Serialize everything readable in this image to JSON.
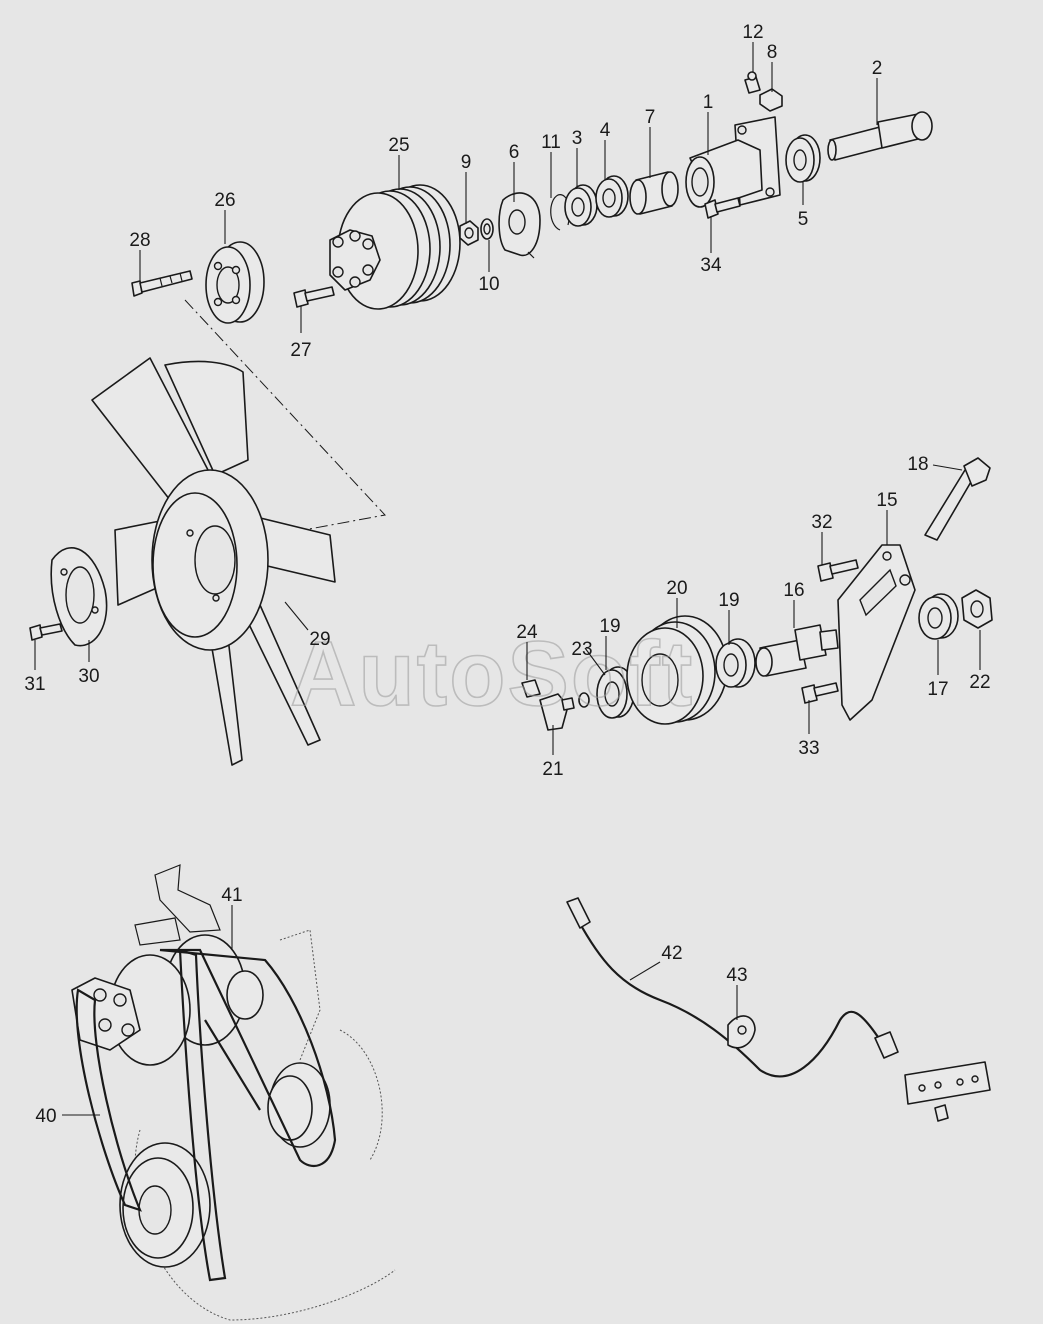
{
  "watermark": "AutoSoft",
  "callouts": [
    {
      "id": "1",
      "label": "1"
    },
    {
      "id": "2",
      "label": "2"
    },
    {
      "id": "3",
      "label": "3"
    },
    {
      "id": "4",
      "label": "4"
    },
    {
      "id": "5",
      "label": "5"
    },
    {
      "id": "6",
      "label": "6"
    },
    {
      "id": "7",
      "label": "7"
    },
    {
      "id": "8",
      "label": "8"
    },
    {
      "id": "9",
      "label": "9"
    },
    {
      "id": "10",
      "label": "10"
    },
    {
      "id": "11",
      "label": "11"
    },
    {
      "id": "12",
      "label": "12"
    },
    {
      "id": "15",
      "label": "15"
    },
    {
      "id": "16",
      "label": "16"
    },
    {
      "id": "17",
      "label": "17"
    },
    {
      "id": "18",
      "label": "18"
    },
    {
      "id": "19a",
      "label": "19"
    },
    {
      "id": "19b",
      "label": "19"
    },
    {
      "id": "20",
      "label": "20"
    },
    {
      "id": "21",
      "label": "21"
    },
    {
      "id": "22",
      "label": "22"
    },
    {
      "id": "23",
      "label": "23"
    },
    {
      "id": "24",
      "label": "24"
    },
    {
      "id": "25",
      "label": "25"
    },
    {
      "id": "26",
      "label": "26"
    },
    {
      "id": "27",
      "label": "27"
    },
    {
      "id": "28",
      "label": "28"
    },
    {
      "id": "29",
      "label": "29"
    },
    {
      "id": "30",
      "label": "30"
    },
    {
      "id": "31",
      "label": "31"
    },
    {
      "id": "32",
      "label": "32"
    },
    {
      "id": "33",
      "label": "33"
    },
    {
      "id": "34",
      "label": "34"
    },
    {
      "id": "40",
      "label": "40"
    },
    {
      "id": "41",
      "label": "41"
    },
    {
      "id": "42",
      "label": "42"
    },
    {
      "id": "43",
      "label": "43"
    }
  ]
}
